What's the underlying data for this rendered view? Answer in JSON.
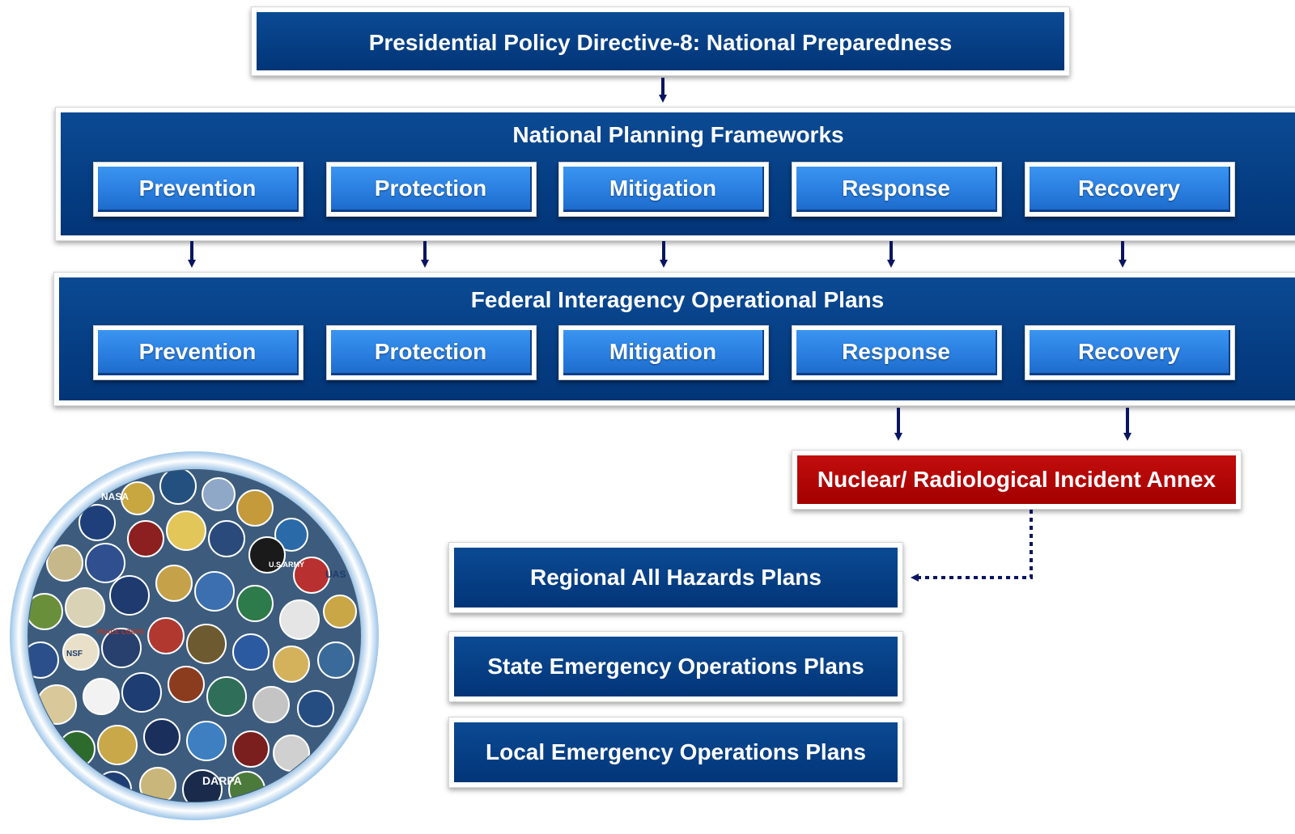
{
  "diagram": {
    "top_box": {
      "label": "Presidential Policy Directive-8: National Preparedness"
    },
    "frameworks": {
      "title": "National Planning Frameworks",
      "items": [
        "Prevention",
        "Protection",
        "Mitigation",
        "Response",
        "Recovery"
      ]
    },
    "operational_plans": {
      "title": "Federal Interagency Operational Plans",
      "items": [
        "Prevention",
        "Protection",
        "Mitigation",
        "Response",
        "Recovery"
      ]
    },
    "annex": {
      "label": "Nuclear/ Radiological Incident Annex"
    },
    "plans": [
      {
        "label": "Regional All Hazards Plans"
      },
      {
        "label": "State Emergency Operations Plans"
      },
      {
        "label": "Local Emergency Operations Plans"
      }
    ],
    "seal_collage": {
      "description_icon": "agency-seals-collage",
      "visible_text": [
        "NASA",
        "U.S.ARMY",
        "DARPA",
        "NSF",
        "UAS",
        "PEACE CORPS"
      ]
    },
    "colors": {
      "navy": "#023578",
      "button_blue": "#2a7fe0",
      "annex_red": "#b00000",
      "arrow": "#0a1560"
    }
  }
}
